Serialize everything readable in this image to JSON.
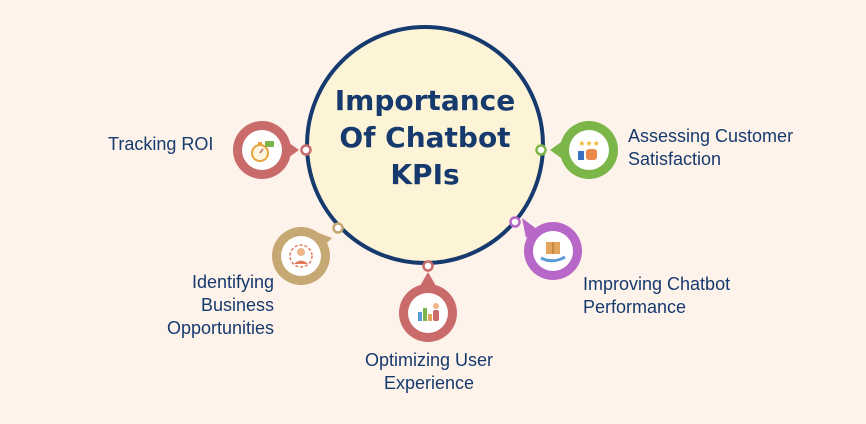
{
  "title": {
    "line1": "Importance",
    "line2": "Of Chatbot",
    "line3": "KPIs"
  },
  "items": [
    {
      "id": "roi",
      "lines": [
        "Tracking ROI"
      ],
      "color": "#c96b6b",
      "icon": "stopwatch-money-icon"
    },
    {
      "id": "satisfaction",
      "lines": [
        "Assessing Customer",
        "Satisfaction"
      ],
      "color": "#7cb548",
      "icon": "star-rating-thumbs-up-icon"
    },
    {
      "id": "performance",
      "lines": [
        "Improving Chatbot",
        "Performance"
      ],
      "color": "#b767c7",
      "icon": "box-hand-icon"
    },
    {
      "id": "business",
      "lines": [
        "Identifying",
        "Business",
        "Opportunities"
      ],
      "color": "#c6a874",
      "icon": "target-person-icon"
    },
    {
      "id": "ux",
      "lines": [
        "Optimizing User",
        "Experience"
      ],
      "color": "#c96b6b",
      "icon": "analytics-person-icon"
    }
  ],
  "colors": {
    "background": "#fdf3ea",
    "circle_fill": "#fdf3d6",
    "circle_stroke": "#163a6e",
    "text": "#163a6e"
  }
}
